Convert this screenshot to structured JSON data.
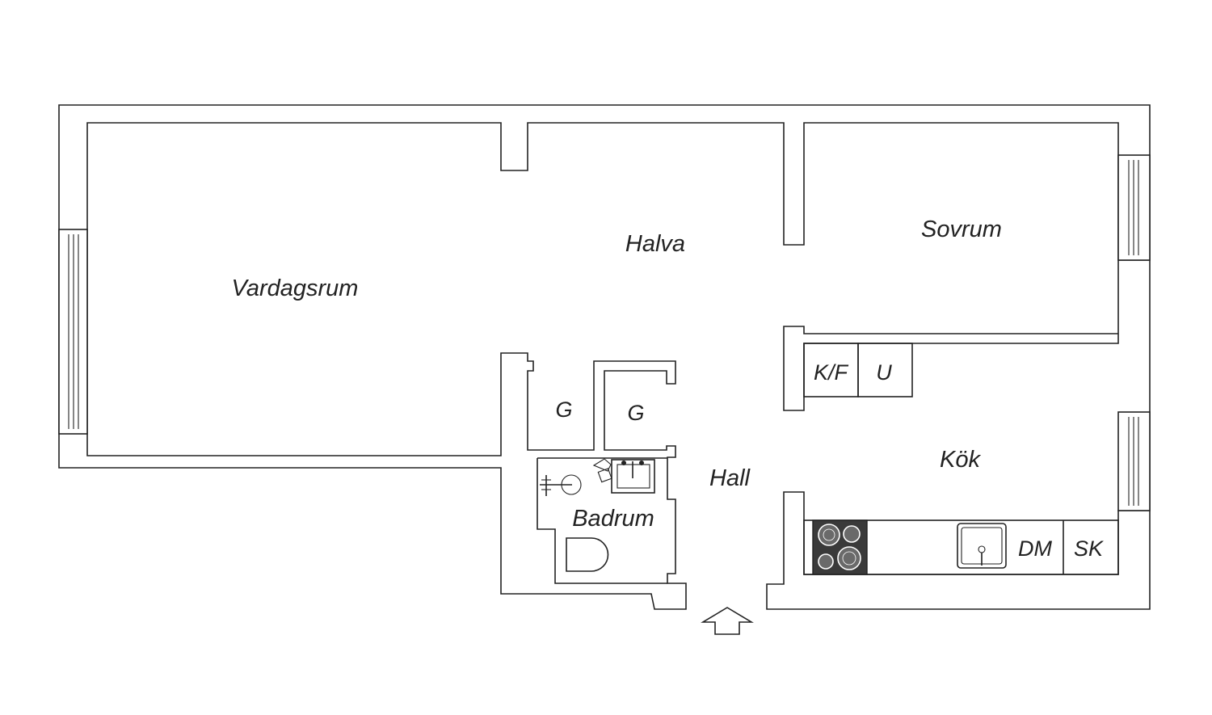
{
  "rooms": {
    "living_room": "Vardagsrum",
    "half_room": "Halva",
    "bedroom": "Sovrum",
    "kitchen": "Kök",
    "hall": "Hall",
    "bathroom": "Badrum",
    "wardrobe_1": "G",
    "wardrobe_2": "G"
  },
  "fixtures": {
    "fridge_freezer": "K/F",
    "oven": "U",
    "dishwasher": "DM",
    "cabinet": "SK"
  },
  "colors": {
    "line": "#222222",
    "background": "#ffffff",
    "stove": "#3a3a3a"
  },
  "icons": {
    "entrance": "entrance-arrow-icon"
  }
}
